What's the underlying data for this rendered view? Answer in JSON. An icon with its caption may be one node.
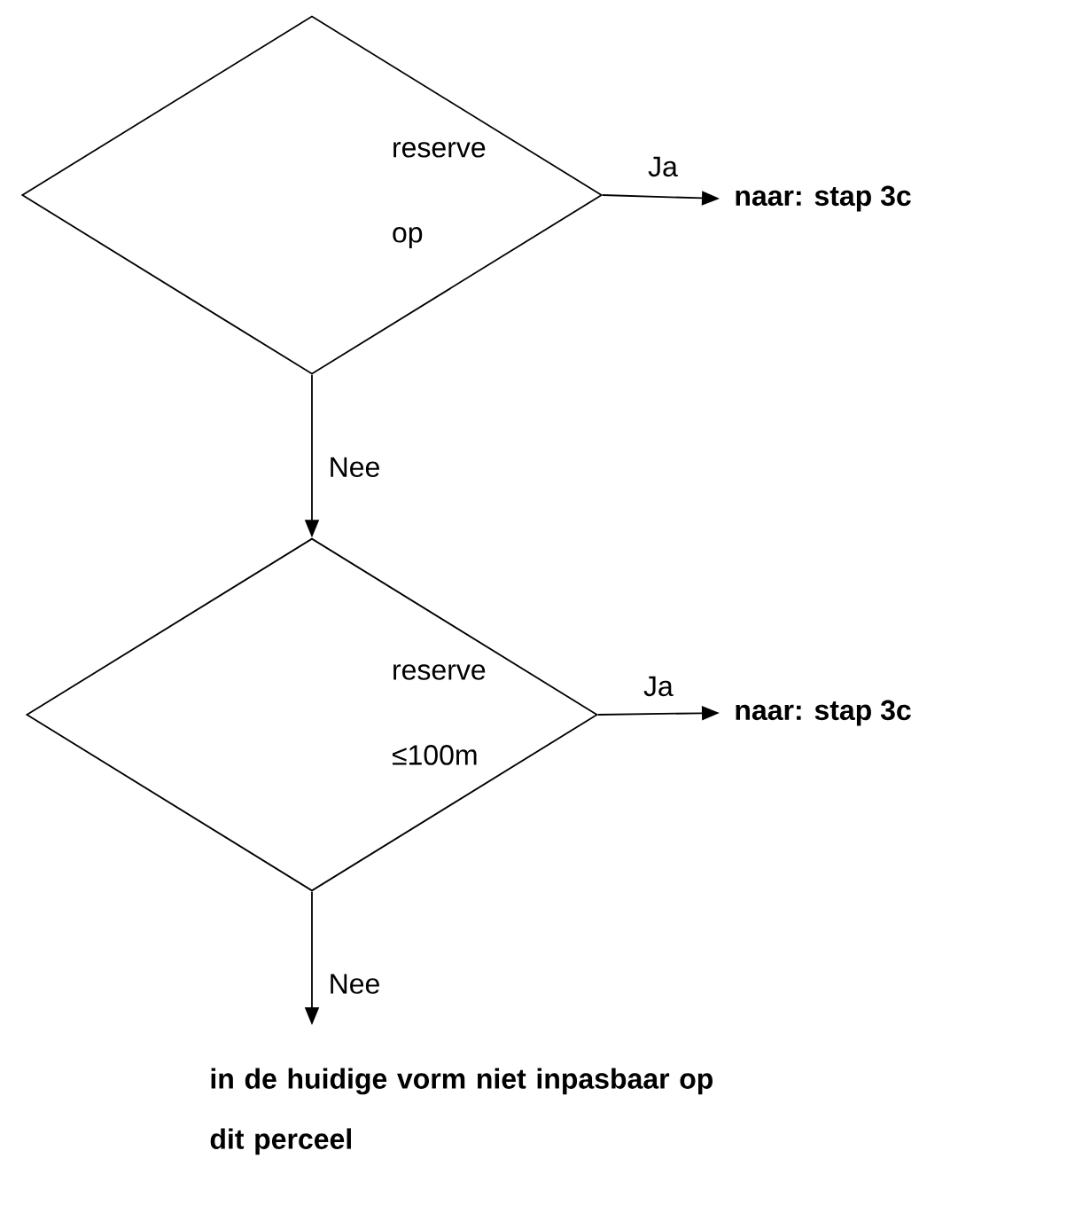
{
  "diagram": {
    "nodes": [
      {
        "text": [
          "reserve op"
        ]
      },
      {
        "text": [
          "naar: stap 3c"
        ]
      },
      {
        "text": [
          "reserve ≤100m"
        ]
      },
      {
        "text": [
          "naar: stap 3c"
        ]
      },
      {
        "text": [
          "in de huidige vorm niet inpasbaar op dit perceel"
        ]
      }
    ],
    "edges": [
      {
        "from": 0,
        "to": 1,
        "arrow": "to",
        "label": "Ja"
      },
      {
        "from": 0,
        "to": 2,
        "arrow": "to",
        "label": "Nee"
      },
      {
        "from": 2,
        "to": 3,
        "arrow": "to",
        "label": "Ja"
      },
      {
        "from": 2,
        "to": 4,
        "arrow": "to",
        "label": "Nee"
      }
    ]
  }
}
